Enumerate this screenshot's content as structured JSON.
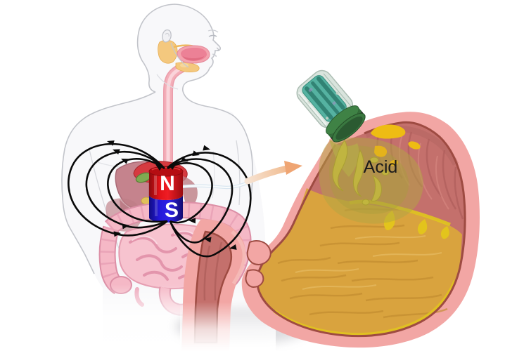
{
  "figure": {
    "description": "Magnetically actuated ingestible capsule illustration",
    "labels": {
      "magnet_north": "N",
      "magnet_south": "S",
      "acid": "Acid"
    },
    "colors": {
      "background": "#ffffff",
      "magnet_north_red": "#e01218",
      "magnet_south_blue": "#2318d8",
      "pole_label_white": "#ffffff",
      "field_line_black": "#0a0a0a",
      "acid_label_black": "#1a1a1a",
      "stomach_wall_pink": "#f2a6a4",
      "stomach_lining_dark": "#9e4b42",
      "stomach_mucosa_rose": "#c4706c",
      "acid_fluid_amber": "#d9a33e",
      "acid_splash_olive": "#b1a642",
      "acid_splash_yellow": "#eebc13",
      "acid_rim_yellow": "#e0c61d",
      "capsule_cap_green": "#3f8245",
      "capsule_body_teal": "#55b2a1",
      "zoom_arrow_peach": "#efa573",
      "tether_string_blue": "#d9e6f0",
      "body_outline_gray": "#c2c4ca",
      "intestine_pink": "#f5b8c6",
      "liver_mauve": "#c5838d",
      "gallbladder_green": "#7fa951",
      "esophagus_pink": "#f3aeb8",
      "saliva_gland_yellow": "#f4c87e"
    }
  }
}
